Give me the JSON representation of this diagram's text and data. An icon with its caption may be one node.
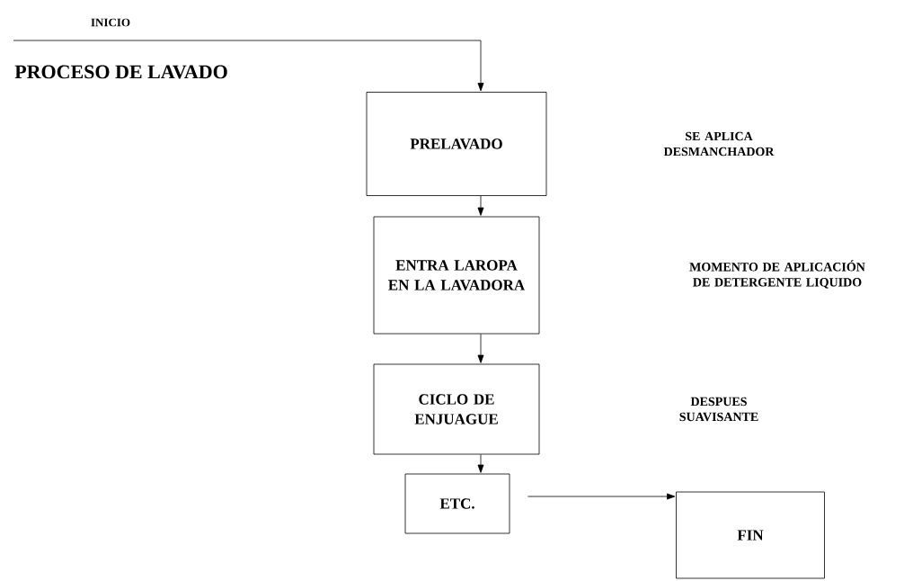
{
  "diagram": {
    "title": "PROCESO DE LAVADO",
    "nodes": [
      {
        "text": [
          "PRELAVADO"
        ]
      },
      {
        "text": [
          "ENTRA LAROPA EN LA LAVADORA"
        ]
      },
      {
        "text": [
          "CICLO DE ENJUAGUE"
        ]
      },
      {
        "text": [
          "ETC."
        ]
      },
      {
        "text": [
          "FIN"
        ]
      }
    ],
    "edges": [
      {
        "from": null,
        "to": 0,
        "arrow": "to"
      },
      {
        "from": 0,
        "to": 1,
        "arrow": "to"
      },
      {
        "from": 1,
        "to": 2,
        "arrow": "to"
      },
      {
        "from": 2,
        "to": 3,
        "arrow": "to"
      },
      {
        "from": 3,
        "to": 4,
        "arrow": "to"
      }
    ],
    "labels": [
      "INICIO",
      "SE APLICA DESMANCHADOR",
      "MOMENTO DE APLICACIÓN DE DETERGENTE LIQUIDO",
      "DESPUES SUAVISANTE"
    ]
  }
}
